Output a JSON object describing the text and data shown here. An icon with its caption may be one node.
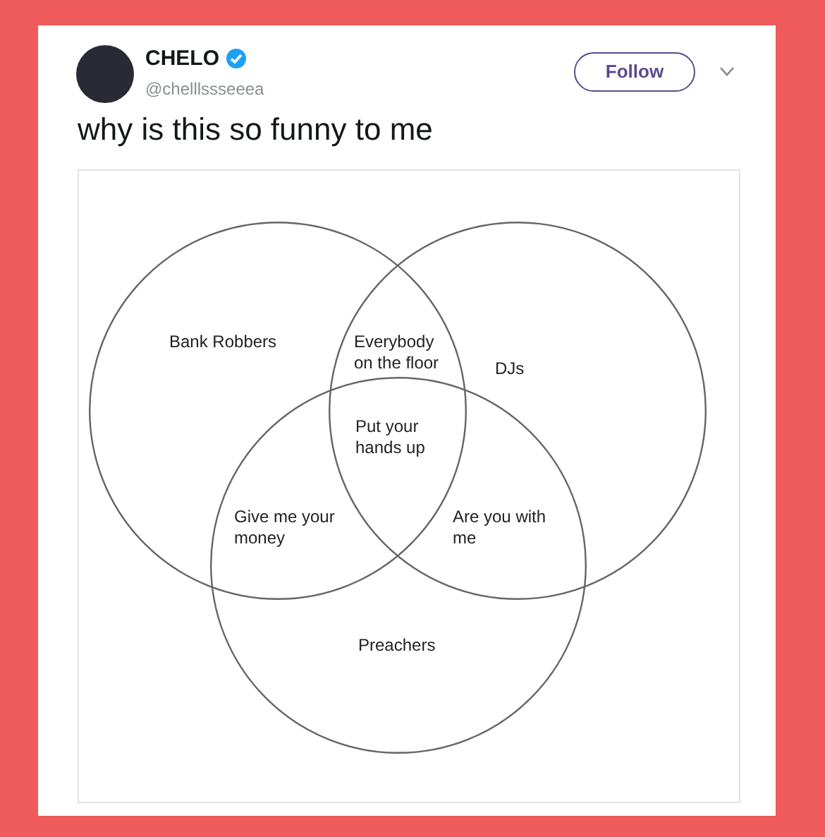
{
  "diagram": {
    "nodes": [
      {
        "text": [
          "Bank Robbers"
        ]
      },
      {
        "text": [
          "DJs"
        ]
      },
      {
        "text": [
          "Preachers"
        ]
      }
    ],
    "edges": [],
    "labels": [
      "CHELO",
      "@chelllssseeea",
      "Follow",
      "why is this so funny to me",
      "Everybody on the floor",
      "Put your hands up",
      "Give me your money",
      "Are you with me"
    ]
  }
}
